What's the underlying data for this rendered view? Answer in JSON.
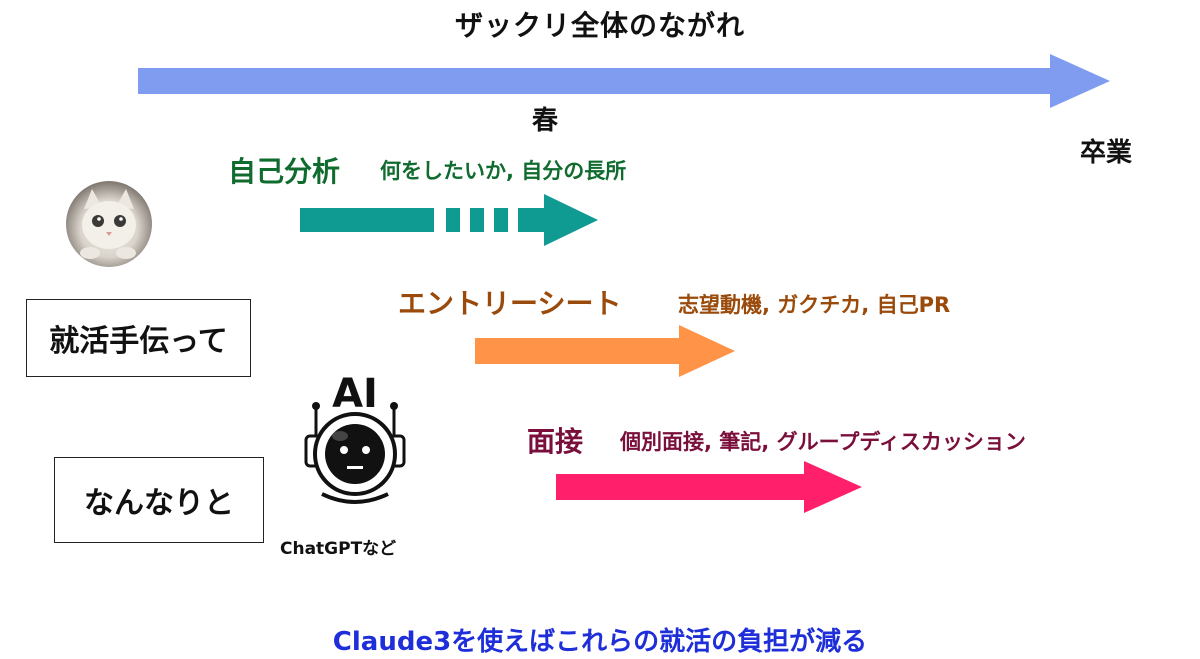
{
  "title": "ザックリ全体のながれ",
  "timeline": {
    "start_label": "春",
    "end_label": "卒業",
    "color": "#7f9cf0"
  },
  "stages": [
    {
      "title": "自己分析",
      "desc": "何をしたいか, 自分の長所",
      "color": "#0f6b2e",
      "arrow_color": "#0f9a92",
      "arrow_icon": "dashed-arrow-icon"
    },
    {
      "title": "エントリーシート",
      "desc": "志望動機, ガクチカ, 自己PR",
      "color": "#9a4a0a",
      "arrow_color": "#ff9448",
      "arrow_icon": "solid-arrow-icon"
    },
    {
      "title": "面接",
      "desc": "個別面接, 筆記, グループディスカッション",
      "color": "#7a0f3c",
      "arrow_color": "#ff1f6a",
      "arrow_icon": "solid-arrow-icon"
    }
  ],
  "avatar": {
    "icon": "cat-avatar-icon"
  },
  "left_boxes": [
    "就活手伝って",
    "なんなりと"
  ],
  "ai": {
    "label": "AI",
    "icon": "astronaut-robot-icon",
    "caption": "ChatGPTなど"
  },
  "bottom_message": {
    "text": "Claude3を使えばこれらの就活の負担が減る",
    "color": "#1e2ed8"
  }
}
